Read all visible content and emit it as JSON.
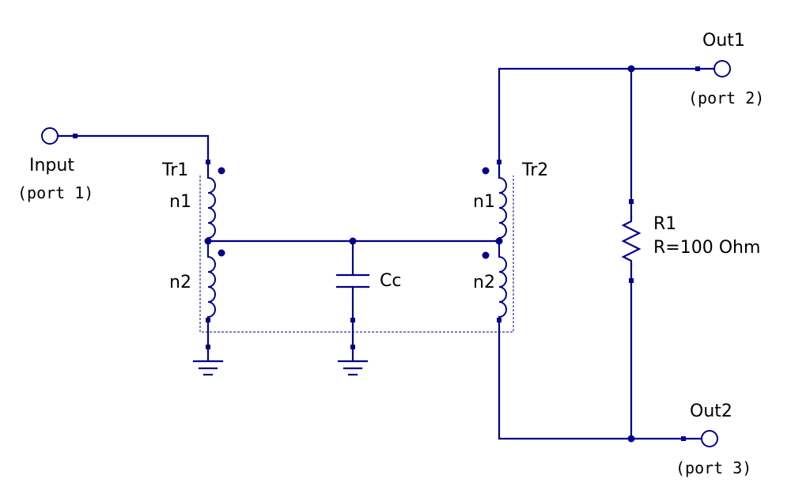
{
  "schematic": {
    "ports": {
      "input": {
        "name": "Input",
        "port": "(port 1)"
      },
      "out1": {
        "name": "Out1",
        "port": "(port 2)"
      },
      "out2": {
        "name": "Out2",
        "port": "(port 3)"
      }
    },
    "tr1": {
      "name": "Tr1",
      "n1": "n1",
      "n2": "n2"
    },
    "tr2": {
      "name": "Tr2",
      "n1": "n1",
      "n2": "n2"
    },
    "cc": {
      "name": "Cc"
    },
    "r1": {
      "name": "R1",
      "value": "R=100 Ohm"
    }
  },
  "colors": {
    "wire": "#00008b",
    "text": "#000000",
    "background": "#ffffff"
  }
}
